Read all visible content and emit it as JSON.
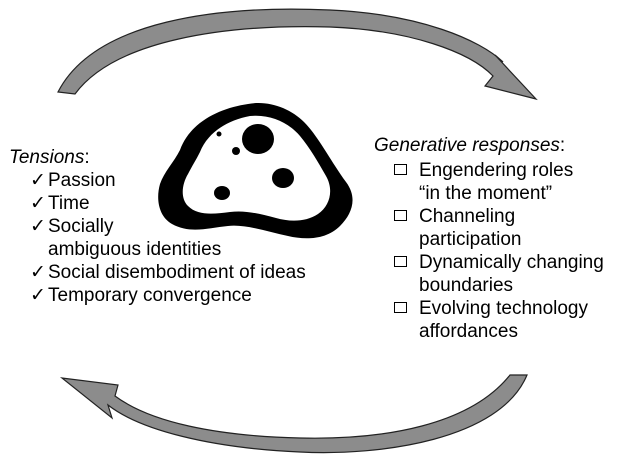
{
  "colors": {
    "arrow_fill": "#8c8c8c",
    "arrow_stroke": "#222222",
    "blob": "#000000"
  },
  "tensions": {
    "heading": "Tensions",
    "suffix": ":",
    "mark": "✓",
    "items": [
      {
        "lines": [
          "Passion"
        ]
      },
      {
        "lines": [
          "Time"
        ]
      },
      {
        "lines": [
          "Socially",
          "ambiguous identities"
        ]
      },
      {
        "lines": [
          "Social disembodiment of ideas"
        ]
      },
      {
        "lines": [
          "Temporary convergence"
        ]
      }
    ]
  },
  "responses": {
    "heading": "Generative responses",
    "suffix": ":",
    "items": [
      {
        "lines": [
          "Engendering roles",
          "“in the moment”"
        ]
      },
      {
        "lines": [
          "Channeling",
          "participation"
        ]
      },
      {
        "lines": [
          "Dynamically changing",
          "boundaries"
        ]
      },
      {
        "lines": [
          "Evolving technology",
          "affordances"
        ]
      }
    ]
  }
}
